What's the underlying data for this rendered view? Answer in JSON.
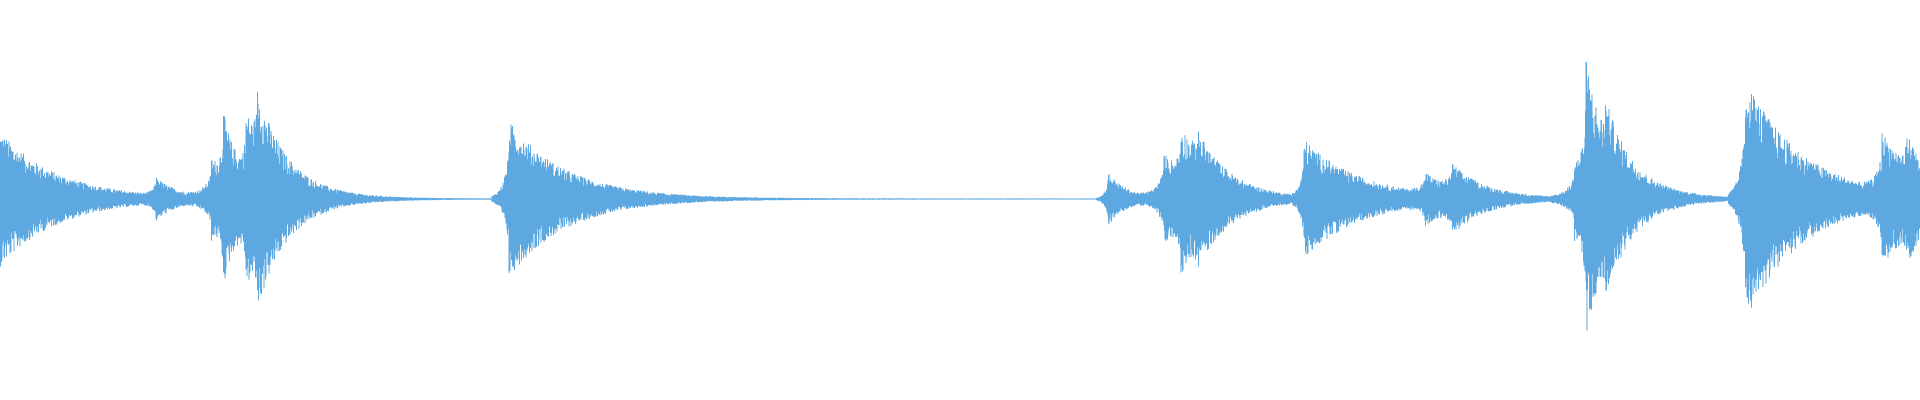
{
  "waveform": {
    "color": "#5DA8E0",
    "background": "#ffffff",
    "bursts": [
      {
        "t": 0.0,
        "amp": 0.45,
        "decay": 0.03,
        "lead": 0.0
      },
      {
        "t": 0.081,
        "amp": 0.12,
        "decay": 0.01,
        "lead": 0.002
      },
      {
        "t": 0.11,
        "amp": 0.25,
        "decay": 0.01,
        "lead": 0.004
      },
      {
        "t": 0.116,
        "amp": 0.45,
        "decay": 0.01,
        "lead": 0.002
      },
      {
        "t": 0.128,
        "amp": 0.4,
        "decay": 0.02,
        "lead": 0.002
      },
      {
        "t": 0.134,
        "amp": 0.35,
        "decay": 0.015,
        "lead": 0.002
      },
      {
        "t": 0.265,
        "amp": 0.52,
        "decay": 0.03,
        "lead": 0.003
      },
      {
        "t": 0.577,
        "amp": 0.18,
        "decay": 0.01,
        "lead": 0.002
      },
      {
        "t": 0.606,
        "amp": 0.3,
        "decay": 0.018,
        "lead": 0.004
      },
      {
        "t": 0.615,
        "amp": 0.32,
        "decay": 0.015,
        "lead": 0.002
      },
      {
        "t": 0.623,
        "amp": 0.18,
        "decay": 0.02,
        "lead": 0.002
      },
      {
        "t": 0.679,
        "amp": 0.38,
        "decay": 0.03,
        "lead": 0.002
      },
      {
        "t": 0.742,
        "amp": 0.14,
        "decay": 0.01,
        "lead": 0.003
      },
      {
        "t": 0.756,
        "amp": 0.18,
        "decay": 0.018,
        "lead": 0.004
      },
      {
        "t": 0.82,
        "amp": 0.25,
        "decay": 0.01,
        "lead": 0.004
      },
      {
        "t": 0.826,
        "amp": 0.82,
        "decay": 0.012,
        "lead": 0.002
      },
      {
        "t": 0.836,
        "amp": 0.28,
        "decay": 0.02,
        "lead": 0.002
      },
      {
        "t": 0.909,
        "amp": 0.8,
        "decay": 0.03,
        "lead": 0.003
      },
      {
        "t": 0.98,
        "amp": 0.38,
        "decay": 0.02,
        "lead": 0.003
      },
      {
        "t": 0.993,
        "amp": 0.2,
        "decay": 0.01,
        "lead": 0.002
      }
    ]
  }
}
